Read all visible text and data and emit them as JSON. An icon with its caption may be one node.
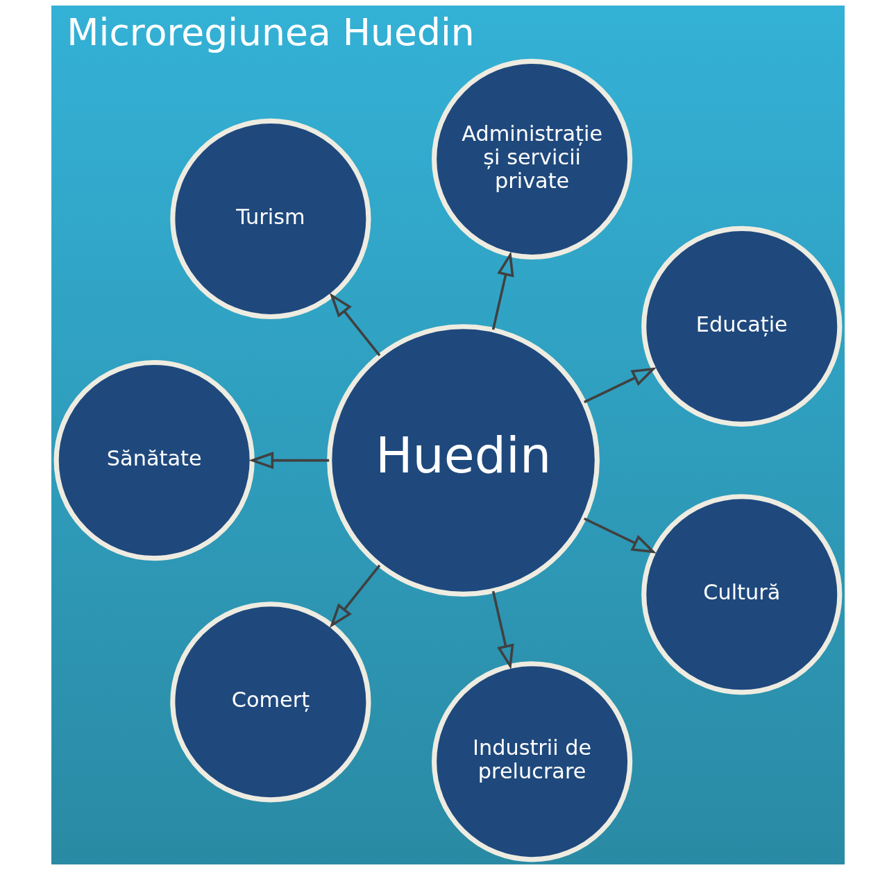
{
  "diagram": {
    "title": "Microregiunea Huedin",
    "nodes": [
      {
        "text": [
          "Educație"
        ]
      },
      {
        "text": [
          "Administrație și servicii private"
        ]
      },
      {
        "text": [
          "Turism"
        ]
      },
      {
        "text": [
          "Huedin"
        ]
      },
      {
        "text": [
          "Sănătate"
        ]
      },
      {
        "text": [
          "Comerț"
        ]
      },
      {
        "text": [
          "Industrii de prelucrare"
        ]
      },
      {
        "text": [
          "Cultură"
        ]
      }
    ],
    "edges": [
      {
        "from": 3,
        "to": 0,
        "arrow": "to"
      },
      {
        "from": 3,
        "to": 2,
        "arrow": "to"
      },
      {
        "from": 3,
        "to": 5,
        "arrow": "to"
      },
      {
        "from": 3,
        "to": 7,
        "arrow": "to"
      },
      {
        "from": 3,
        "to": 6,
        "arrow": "to"
      },
      {
        "from": 3,
        "to": 4,
        "arrow": "to"
      },
      {
        "from": 3,
        "to": 1,
        "arrow": "to"
      }
    ]
  }
}
